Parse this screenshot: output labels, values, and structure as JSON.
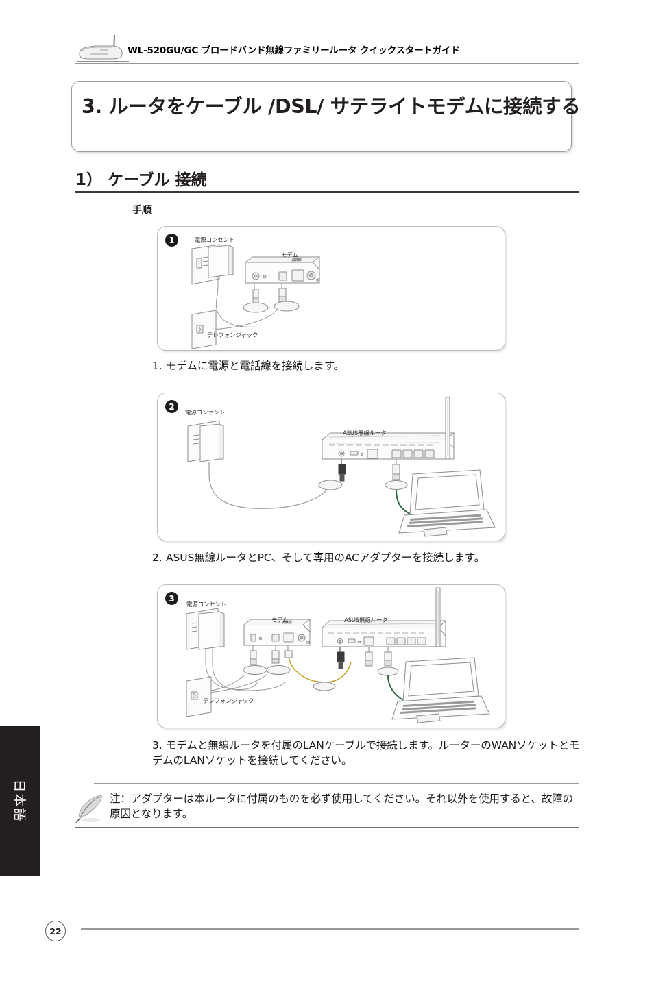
{
  "header": {
    "title": "WL-520GU/GC ブロードバンド無線ファミリールータ クイックスタートガイド",
    "router_icon": "router-icon"
  },
  "chapter": {
    "title": "3. ルータをケーブル /DSL/ サテライトモデムに接続する"
  },
  "section": {
    "heading": "1） ケーブル 接続",
    "sub_label": "手順"
  },
  "figures": [
    {
      "badge": "1",
      "labels": {
        "outlet": "電源コンセント",
        "modem": "モデム",
        "phone_jack": "テレフォンジャック"
      }
    },
    {
      "badge": "2",
      "labels": {
        "outlet": "電源コンセント",
        "router": "ASUS無線ルータ"
      }
    },
    {
      "badge": "3",
      "labels": {
        "outlet": "電源コンセント",
        "modem": "モデム",
        "router": "ASUS無線ルータ",
        "phone_jack": "テレフォンジャック"
      }
    }
  ],
  "steps": [
    {
      "num": "1.",
      "text": "モデムに電源と電話線を接続します。"
    },
    {
      "num": "2.",
      "text": "ASUS無線ルータとPC、そして専用のACアダプターを接続します。"
    },
    {
      "num": "3.",
      "text": "モデムと無線ルータを付属のLANケーブルで接続します。ルーターのWANソケットとモデムのLANソケットを接続してください。"
    }
  ],
  "note": {
    "icon": "quill-pen-icon",
    "text": "注：アダプターは本ルータに付属のものを必ず使用してください。それ以外を使用すると、故障の原因となります。"
  },
  "language_tab": {
    "label": "日本語"
  },
  "footer": {
    "page_number": "22"
  },
  "colors": {
    "tab_background": "#231f20",
    "text": "#1a1a1a",
    "rule": "#9a9a9a",
    "cable_power": "#8a8a8a",
    "cable_lan_green": "#2f6b3d",
    "cable_wan_yellow": "#c9a227"
  }
}
